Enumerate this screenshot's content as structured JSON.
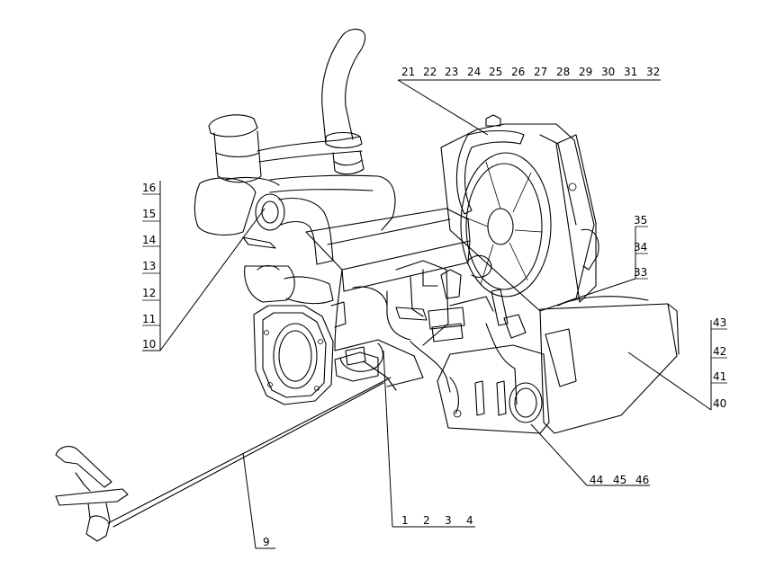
{
  "labels": {
    "top_row": [
      "21",
      "22",
      "23",
      "24",
      "25",
      "26",
      "27",
      "28",
      "29",
      "30",
      "31",
      "32"
    ],
    "left_col": [
      "16",
      "15",
      "14",
      "13",
      "12",
      "11",
      "10"
    ],
    "right_upper": [
      "35",
      "34",
      "33"
    ],
    "right_lower": [
      "43",
      "42",
      "41",
      "40"
    ],
    "bottom_right": [
      "44",
      "45",
      "46"
    ],
    "bottom_mid": [
      "1",
      "2",
      "3",
      "4"
    ],
    "bottom_left": [
      "9"
    ]
  }
}
